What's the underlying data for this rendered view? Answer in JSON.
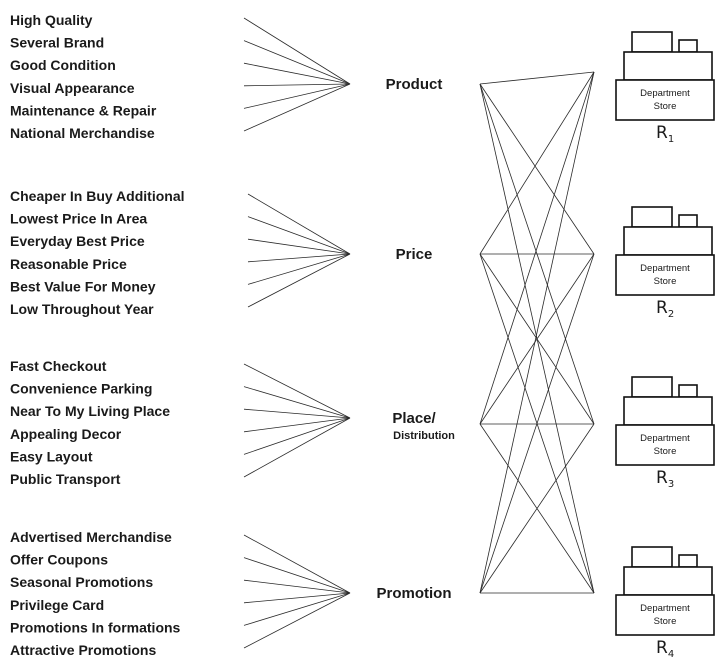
{
  "groups": [
    {
      "mix": "Product",
      "mix_sub": "",
      "attributes": [
        "High Quality",
        "Several Brand",
        "Good Condition",
        "Visual Appearance",
        "Maintenance & Repair",
        "National Merchandise"
      ]
    },
    {
      "mix": "Price",
      "mix_sub": "",
      "attributes": [
        "Cheaper In Buy Additional",
        "Lowest Price In Area",
        "Everyday Best Price",
        "Reasonable Price",
        "Best Value For Money",
        "Low Throughout Year"
      ]
    },
    {
      "mix": "Place/",
      "mix_sub": "Distribution",
      "attributes": [
        "Fast Checkout",
        "Convenience Parking",
        "Near To My Living Place",
        "Appealing Decor",
        "Easy Layout",
        "Public Transport"
      ]
    },
    {
      "mix": "Promotion",
      "mix_sub": "",
      "attributes": [
        "Advertised Merchandise",
        "Offer Coupons",
        "Seasonal Promotions",
        "Privilege Card",
        "Promotions In formations",
        "Attractive Promotions"
      ]
    }
  ],
  "stores": [
    {
      "line1": "Department",
      "line2": "Store",
      "label": "R",
      "sub": "1"
    },
    {
      "line1": "Department",
      "line2": "Store",
      "label": "R",
      "sub": "2"
    },
    {
      "line1": "Department",
      "line2": "Store",
      "label": "R",
      "sub": "3"
    },
    {
      "line1": "Department",
      "line2": "Store",
      "label": "R",
      "sub": "4"
    }
  ]
}
